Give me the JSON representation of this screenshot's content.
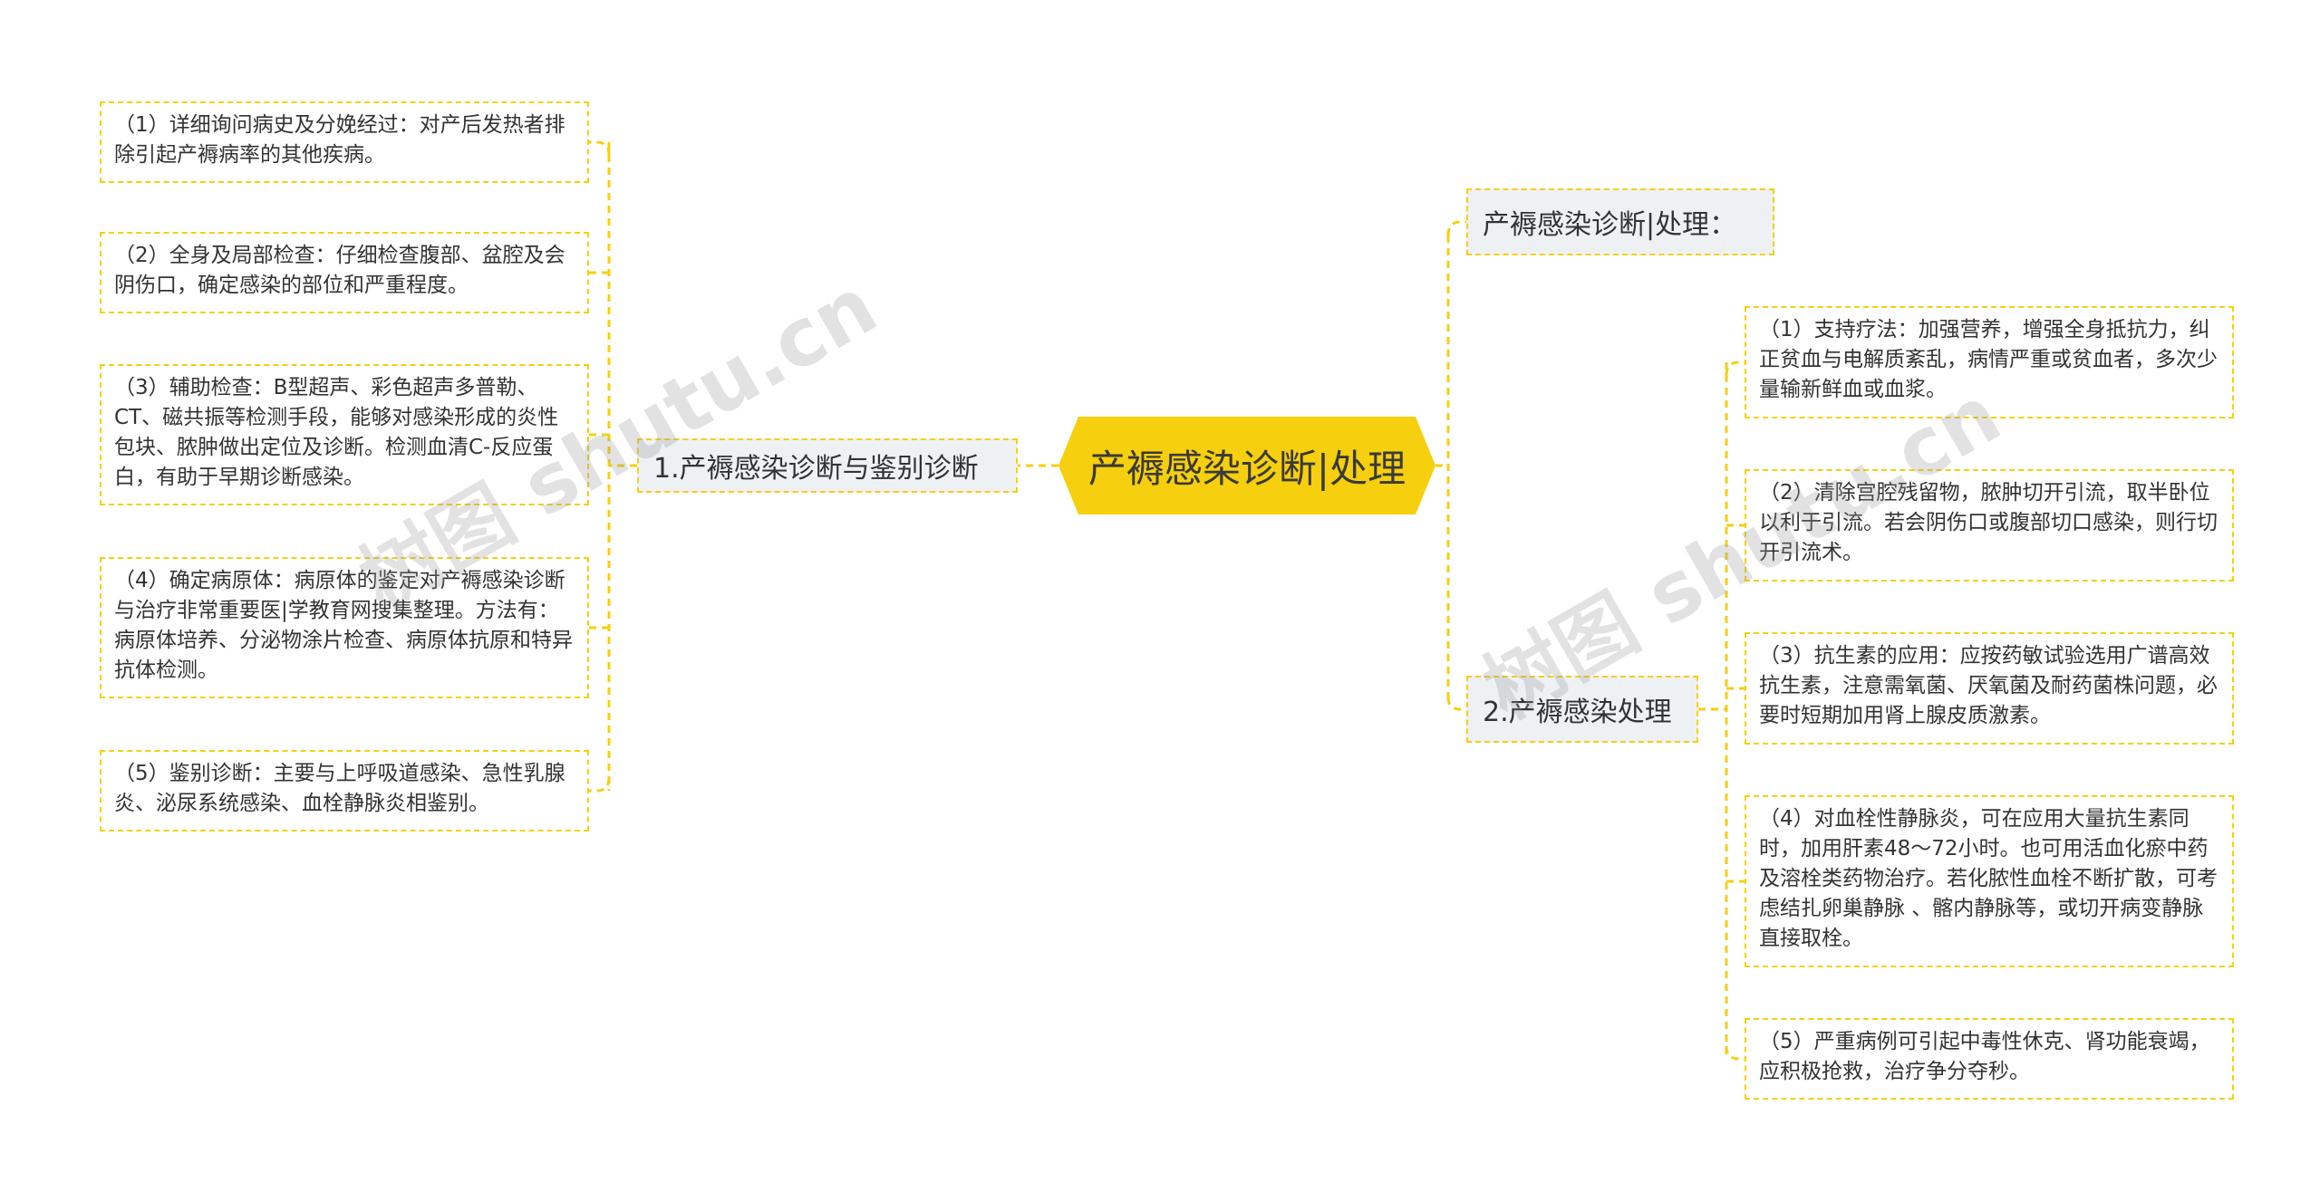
{
  "root": {
    "label": "产褥感染诊断|处理"
  },
  "left_branch": {
    "label": "1.产褥感染诊断与鉴别诊断",
    "leaves": [
      "（1）详细询问病史及分娩经过：对产后发热者排除引起产褥病率的其他疾病。",
      "（2）全身及局部检查：仔细检查腹部、盆腔及会阴伤口，确定感染的部位和严重程度。",
      "（3）辅助检查：B型超声、彩色超声多普勒、CT、磁共振等检测手段，能够对感染形成的炎性包块、脓肿做出定位及诊断。检测血清C-反应蛋白，有助于早期诊断感染。",
      "（4）确定病原体：病原体的鉴定对产褥感染诊断与治疗非常重要医|学教育网搜集整理。方法有：病原体培养、分泌物涂片检查、病原体抗原和特异抗体检测。",
      "（5）鉴别诊断：主要与上呼吸道感染、急性乳腺炎、泌尿系统感染、血栓静脉炎相鉴别。"
    ]
  },
  "right_top_branch": {
    "label": "产褥感染诊断|处理："
  },
  "right_branch": {
    "label": "2.产褥感染处理",
    "leaves": [
      "（1）支持疗法：加强营养，增强全身抵抗力，纠正贫血与电解质紊乱，病情严重或贫血者，多次少量输新鲜血或血浆。",
      "（2）清除宫腔残留物，脓肿切开引流，取半卧位以利于引流。若会阴伤口或腹部切口感染，则行切开引流术。",
      "（3）抗生素的应用：应按药敏试验选用广谱高效抗生素，注意需氧菌、厌氧菌及耐药菌株问题，必要时短期加用肾上腺皮质激素。",
      "（4）对血栓性静脉炎，可在应用大量抗生素同时，加用肝素48～72小时。也可用活血化瘀中药及溶栓类药物治疗。若化脓性血栓不断扩散，可考虑结扎卵巢静脉 、髂内静脉等，或切开病变静脉 直接取栓。",
      "（5）严重病例可引起中毒性休克、肾功能衰竭，应积极抢救，治疗争分夺秒。"
    ]
  },
  "watermarks": [
    "树图 shutu.cn",
    "树图 shutu.cn"
  ],
  "colors": {
    "accent": "#f6cf0e",
    "branch_bg": "#eef1f4",
    "text": "#333333"
  }
}
